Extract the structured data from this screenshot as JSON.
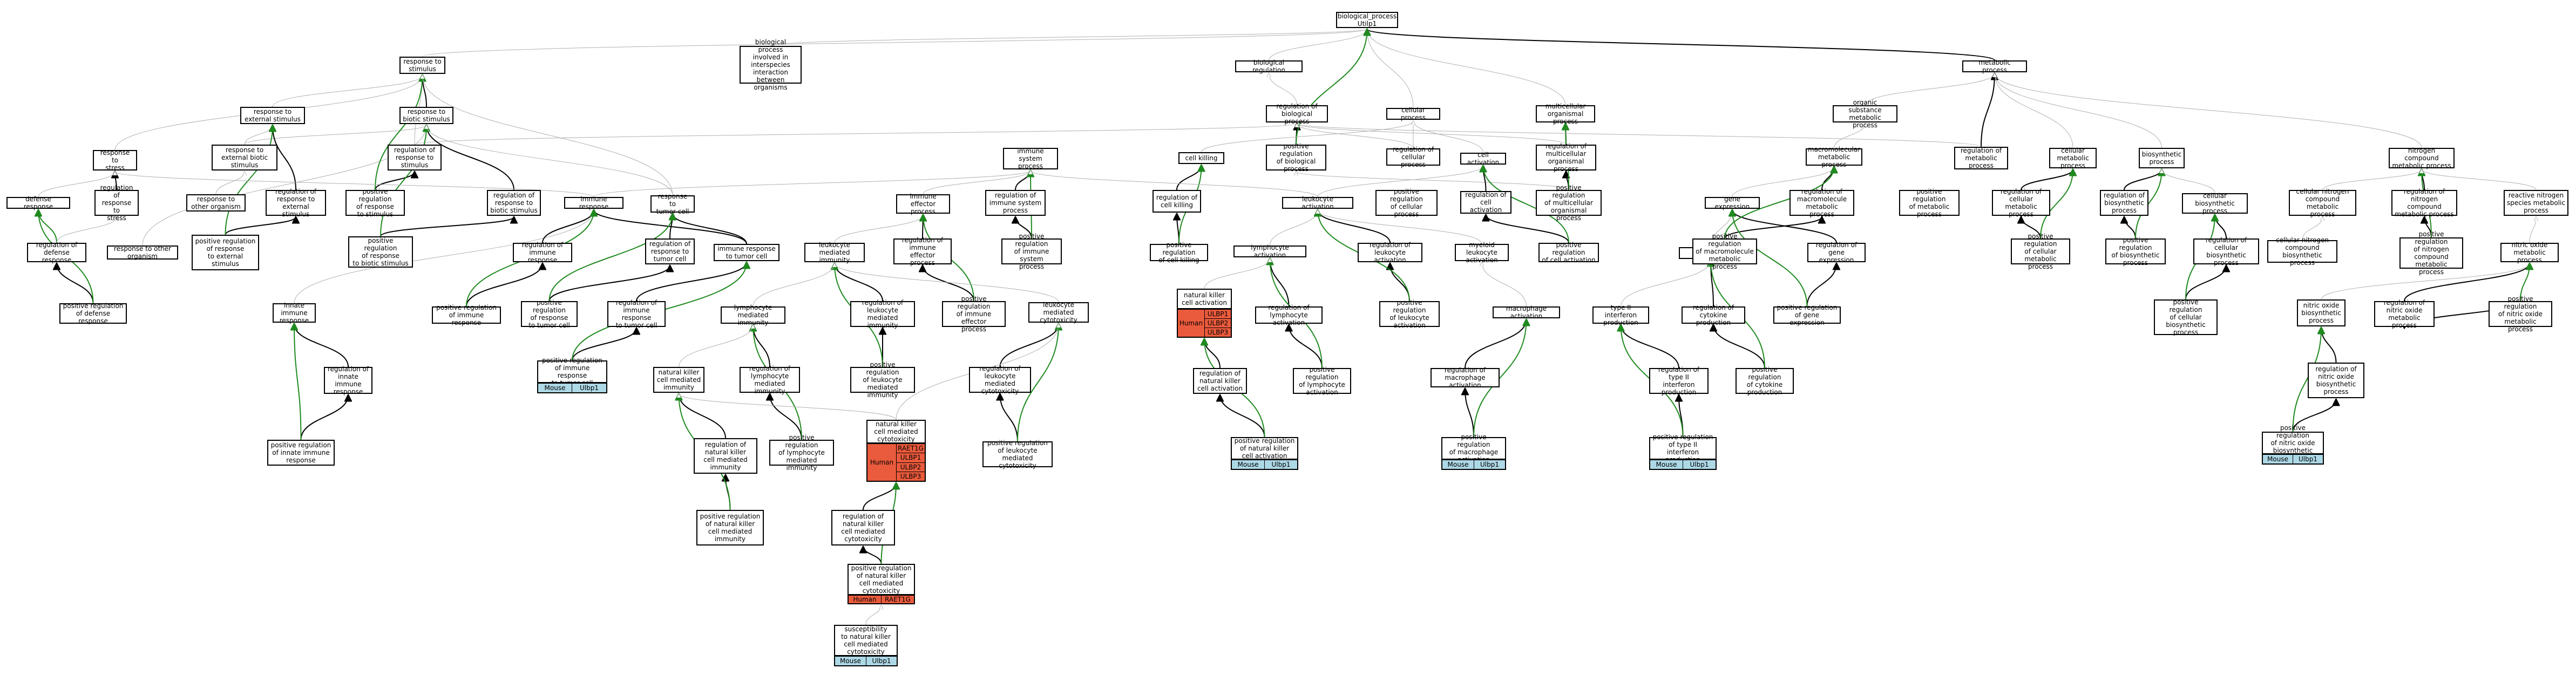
{
  "colors": {
    "human": "#ea5a3c",
    "mouse": "#add8e6",
    "edge": "#b0b0b0",
    "edge_green": "#1f8a1f",
    "edge_black": "#000000"
  },
  "nodes": [
    {
      "id": "bp",
      "label": "biological_process\nUtilp1"
    },
    {
      "id": "rs",
      "label": "response to\nstimulus"
    },
    {
      "id": "bpi",
      "label": "biological process\ninvolved in\ninterspecies\ninteraction\nbetween organisms"
    },
    {
      "id": "breg",
      "label": "biological regulation"
    },
    {
      "id": "mp",
      "label": "metabolic process"
    },
    {
      "id": "res",
      "label": "response to\nexternal stimulus"
    },
    {
      "id": "rbs",
      "label": "response to\nbiotic stimulus"
    },
    {
      "id": "rbp",
      "label": "regulation of\nbiological process"
    },
    {
      "id": "cp",
      "label": "cellular process"
    },
    {
      "id": "mop",
      "label": "multicellular\norganismal process"
    },
    {
      "id": "osmp",
      "label": "organic substance\nmetabolic process"
    },
    {
      "id": "rstress",
      "label": "response to\nstress"
    },
    {
      "id": "rebs",
      "label": "response to external biotic\nstimulus"
    },
    {
      "id": "rrs",
      "label": "regulation of\nresponse to\nstimulus"
    },
    {
      "id": "isp",
      "label": "immune system\nprocess"
    },
    {
      "id": "ck",
      "label": "cell killing"
    },
    {
      "id": "prbp",
      "label": "positive regulation\nof biological\nprocess"
    },
    {
      "id": "rcp",
      "label": "regulation of\ncellular process"
    },
    {
      "id": "ca",
      "label": "cell activation"
    },
    {
      "id": "rmop",
      "label": "regulation of\nmulticellular\norganismal process"
    },
    {
      "id": "mmp",
      "label": "macromolecular\nmetabolic process"
    },
    {
      "id": "rmp",
      "label": "regulation of\nmetabolic process"
    },
    {
      "id": "cmp",
      "label": "cellular metabolic\nprocess"
    },
    {
      "id": "biop",
      "label": "biosynthetic\nprocess"
    },
    {
      "id": "ncmp",
      "label": "nitrogen compound\nmetabolic process"
    },
    {
      "id": "dr",
      "label": "defense response"
    },
    {
      "id": "rstress2",
      "label": "regulation of\nresponse to\nstress"
    },
    {
      "id": "roo",
      "label": "response to\nother organism"
    },
    {
      "id": "rres",
      "label": "regulation of\nresponse to\nexternal stimulus"
    },
    {
      "id": "prrs",
      "label": "positive regulation\nof response\nto stimulus"
    },
    {
      "id": "rrbs",
      "label": "regulation of\nresponse to\nbiotic stimulus"
    },
    {
      "id": "ir",
      "label": "immune response"
    },
    {
      "id": "rtc",
      "label": "response to\ntumor cell"
    },
    {
      "id": "iep",
      "label": "immune effector\nprocess"
    },
    {
      "id": "risp",
      "label": "regulation of\nimmune system\nprocess"
    },
    {
      "id": "rck",
      "label": "regulation of\ncell killing"
    },
    {
      "id": "la",
      "label": "leukocyte activation"
    },
    {
      "id": "prcp",
      "label": "positive regulation\nof cellular\nprocess"
    },
    {
      "id": "rca",
      "label": "regulation of\ncell activation"
    },
    {
      "id": "prmop",
      "label": "positive regulation\nof multicellular\norganismal process"
    },
    {
      "id": "ge",
      "label": "gene expression"
    },
    {
      "id": "rmmp",
      "label": "regulation of\nmacromolecule\nmetabolic process"
    },
    {
      "id": "prmp",
      "label": "positive regulation\nof metabolic\nprocess"
    },
    {
      "id": "rcmp",
      "label": "regulation of\ncellular metabolic\nprocess"
    },
    {
      "id": "rbiop",
      "label": "regulation of\nbiosynthetic\nprocess"
    },
    {
      "id": "cbiop",
      "label": "cellular biosynthetic\nprocess"
    },
    {
      "id": "cncmp",
      "label": "cellular nitrogen\ncompound metabolic\nprocess"
    },
    {
      "id": "rncmp",
      "label": "regulation of\nnitrogen compound\nmetabolic process"
    },
    {
      "id": "rnsmp",
      "label": "reactive nitrogen\nspecies metabolic\nprocess"
    },
    {
      "id": "rdr",
      "label": "regulation of\ndefense response"
    },
    {
      "id": "rtoo",
      "label": "response to other organism"
    },
    {
      "id": "prres",
      "label": "positive regulation\nof response\nto external\nstimulus"
    },
    {
      "id": "prrbs",
      "label": "positive regulation\nof response\nto biotic stimulus"
    },
    {
      "id": "rir",
      "label": "regulation of\nimmune response"
    },
    {
      "id": "rrtc",
      "label": "regulation of\nresponse to\ntumor cell"
    },
    {
      "id": "irtc",
      "label": "immune response\nto tumor cell"
    },
    {
      "id": "lmi",
      "label": "leukocyte mediated\nimmunity"
    },
    {
      "id": "riep",
      "label": "regulation of\nimmune effector\nprocess"
    },
    {
      "id": "prisp",
      "label": "positive regulation\nof immune system\nprocess"
    },
    {
      "id": "prck",
      "label": "positive regulation\nof cell killing"
    },
    {
      "id": "lyma",
      "label": "lymphocyte activation"
    },
    {
      "id": "rla",
      "label": "regulation of\nleukocyte activation"
    },
    {
      "id": "mla",
      "label": "myeloid leukocyte\nactivation"
    },
    {
      "id": "prca",
      "label": "positive regulation\nof cell activation"
    },
    {
      "id": "cytp",
      "label": "cytokine production"
    },
    {
      "id": "rge",
      "label": "regulation of\ngene expression"
    },
    {
      "id": "prmmp",
      "label": "positive regulation\nof macromolecule\nmetabolic process"
    },
    {
      "id": "prcmp",
      "label": "positive regulation\nof cellular\nmetabolic process"
    },
    {
      "id": "prbiop",
      "label": "positive regulation\nof biosynthetic\nprocess"
    },
    {
      "id": "rcbiop",
      "label": "regulation of\ncellular biosynthetic\nprocess"
    },
    {
      "id": "cncbp",
      "label": "cellular nitrogen\ncompound biosynthetic\nprocess"
    },
    {
      "id": "prncmp",
      "label": "positive regulation\nof nitrogen\ncompound metabolic\nprocess"
    },
    {
      "id": "nomp",
      "label": "nitric oxide\nmetabolic process"
    },
    {
      "id": "prdr",
      "label": "positive regulation\nof defense response"
    },
    {
      "id": "iir",
      "label": "innate immune\nresponse"
    },
    {
      "id": "prir",
      "label": "positive regulation\nof immune response"
    },
    {
      "id": "prrtc",
      "label": "positive regulation\nof response\nto tumor cell"
    },
    {
      "id": "rirtc",
      "label": "regulation of\nimmune response\nto tumor cell"
    },
    {
      "id": "lymi",
      "label": "lymphocyte mediated\nimmunity"
    },
    {
      "id": "rlmi",
      "label": "regulation of\nleukocyte mediated\nimmunity"
    },
    {
      "id": "priep",
      "label": "positive regulation\nof immune effector\nprocess"
    },
    {
      "id": "lmc",
      "label": "leukocyte mediated\ncytotoxicity"
    },
    {
      "id": "nkca",
      "label": "natural killer\ncell activation"
    },
    {
      "id": "rlyma",
      "label": "regulation of\nlymphocyte activation"
    },
    {
      "id": "prla",
      "label": "positive regulation\nof leukocyte\nactivation"
    },
    {
      "id": "ma",
      "label": "macrophage activation"
    },
    {
      "id": "tifnp",
      "label": "type II interferon\nproduction"
    },
    {
      "id": "rcytp",
      "label": "regulation of\ncytokine production"
    },
    {
      "id": "prge",
      "label": "positive regulation\nof gene expression"
    },
    {
      "id": "prcbiop",
      "label": "positive regulation\nof cellular\nbiosynthetic\nprocess"
    },
    {
      "id": "nobp",
      "label": "nitric oxide\nbiosynthetic\nprocess"
    },
    {
      "id": "rnomp",
      "label": "regulation of\nnitric oxide\nmetabolic process"
    },
    {
      "id": "priirtc",
      "label": "positive regulation\nof immune response\nto tumor cell"
    },
    {
      "id": "riir",
      "label": "regulation of\ninnate immune\nresponse"
    },
    {
      "id": "nkcmi",
      "label": "natural killer\ncell mediated\nimmunity"
    },
    {
      "id": "rlymi",
      "label": "regulation of\nlymphocyte mediated\nimmunity"
    },
    {
      "id": "prlmi",
      "label": "positive regulation\nof leukocyte\nmediated immunity"
    },
    {
      "id": "rlmc",
      "label": "regulation of\nleukocyte mediated\ncytotoxicity"
    },
    {
      "id": "rnkca",
      "label": "regulation of\nnatural killer\ncell activation"
    },
    {
      "id": "prlyma",
      "label": "positive regulation\nof lymphocyte\nactivation"
    },
    {
      "id": "rma",
      "label": "regulation of\nmacrophage activation"
    },
    {
      "id": "rtifnp",
      "label": "regulation of\ntype II interferon\nproduction"
    },
    {
      "id": "prcytp",
      "label": "positive regulation\nof cytokine\nproduction"
    },
    {
      "id": "prnomp",
      "label": "positive regulation\nof nitric oxide\nmetabolic process"
    },
    {
      "id": "rnobp",
      "label": "regulation of\nnitric oxide\nbiosynthetic\nprocess"
    },
    {
      "id": "nkcmc",
      "label": "natural killer\ncell mediated\ncytotoxicity"
    },
    {
      "id": "priir",
      "label": "positive regulation\nof innate immune\nresponse"
    },
    {
      "id": "rnkcmi",
      "label": "regulation of\nnatural killer\ncell mediated\nimmunity"
    },
    {
      "id": "prlymi",
      "label": "positive regulation\nof lymphocyte\nmediated immunity"
    },
    {
      "id": "prlmc",
      "label": "positive regulation\nof leukocyte\nmediated cytotoxicity"
    },
    {
      "id": "prnkca",
      "label": "positive regulation\nof natural killer\ncell activation"
    },
    {
      "id": "prma",
      "label": "positive regulation\nof macrophage\nactivation"
    },
    {
      "id": "prtifnp",
      "label": "positive regulation\nof type II interferon\nproduction"
    },
    {
      "id": "prnobp",
      "label": "positive regulation\nof nitric oxide\nbiosynthetic\nprocess"
    },
    {
      "id": "prnkcmi",
      "label": "positive regulation\nof natural killer\ncell mediated\nimmunity"
    },
    {
      "id": "rnkcmc",
      "label": "regulation of\nnatural killer\ncell mediated\ncytotoxicity"
    },
    {
      "id": "prnkcmc",
      "label": "positive regulation\nof natural killer\ncell mediated\ncytotoxicity"
    },
    {
      "id": "snkcmc",
      "label": "susceptibility\nto natural killer\ncell mediated\ncytotoxicity"
    }
  ],
  "annotations": [
    {
      "node": "priirtc",
      "species": "Mouse",
      "genes": [
        "Ulbp1"
      ]
    },
    {
      "node": "nkcmc",
      "species": "Human",
      "genes": [
        "RAET1G",
        "ULBP1",
        "ULBP2",
        "ULBP3"
      ]
    },
    {
      "node": "nkca",
      "species": "Human",
      "genes": [
        "ULBP1",
        "ULBP2",
        "ULBP3"
      ]
    },
    {
      "node": "prnkca",
      "species": "Mouse",
      "genes": [
        "Ulbp1"
      ]
    },
    {
      "node": "prma",
      "species": "Mouse",
      "genes": [
        "Ulbp1"
      ]
    },
    {
      "node": "prtifnp",
      "species": "Mouse",
      "genes": [
        "Ulbp1"
      ]
    },
    {
      "node": "prnobp",
      "species": "Mouse",
      "genes": [
        "Ulbp1"
      ]
    },
    {
      "node": "prnkcmc",
      "species": "Human",
      "genes": [
        "RAET1G"
      ]
    },
    {
      "node": "snkcmc",
      "species": "Mouse",
      "genes": [
        "Ulbp1"
      ]
    }
  ],
  "edges": [
    [
      "rs",
      "bp",
      "g"
    ],
    [
      "bpi",
      "bp",
      "g"
    ],
    [
      "breg",
      "bp",
      "g"
    ],
    [
      "mp",
      "bp",
      "k"
    ],
    [
      "cp",
      "bp",
      "g"
    ],
    [
      "mop",
      "bp",
      "g"
    ],
    [
      "res",
      "rs",
      "g"
    ],
    [
      "rbs",
      "rs",
      "k"
    ],
    [
      "rstress",
      "rs",
      "g"
    ],
    [
      "rrs",
      "rs",
      "g"
    ],
    [
      "rebs",
      "rbs",
      "g"
    ],
    [
      "rebs",
      "res",
      "g"
    ],
    [
      "rbp",
      "breg",
      "g"
    ],
    [
      "prbp",
      "rbp",
      "k"
    ],
    [
      "prbp",
      "bp",
      "gr"
    ],
    [
      "rcp",
      "rbp",
      "g"
    ],
    [
      "rcp",
      "cp",
      "g"
    ],
    [
      "rmop",
      "mop",
      "k"
    ],
    [
      "rmop",
      "rbp",
      "g"
    ],
    [
      "prmop",
      "rmop",
      "k"
    ],
    [
      "prmop",
      "mop",
      "gr"
    ],
    [
      "prmop",
      "prbp",
      "g"
    ],
    [
      "osmp",
      "mp",
      "g"
    ],
    [
      "mmp",
      "osmp",
      "g"
    ],
    [
      "rmp",
      "mp",
      "k"
    ],
    [
      "rmp",
      "rbp",
      "g"
    ],
    [
      "cmp",
      "mp",
      "g"
    ],
    [
      "biop",
      "mp",
      "g"
    ],
    [
      "ncmp",
      "mp",
      "g"
    ],
    [
      "rstress2",
      "rstress",
      "k"
    ],
    [
      "rrs",
      "rbp",
      "g"
    ],
    [
      "dr",
      "rstress",
      "g"
    ],
    [
      "rdr",
      "dr",
      "gr"
    ],
    [
      "rdr",
      "rstress2",
      "g"
    ],
    [
      "roo",
      "rebs",
      "g"
    ],
    [
      "rtoo",
      "rbs",
      "g"
    ],
    [
      "rres",
      "res",
      "k"
    ],
    [
      "prres",
      "rres",
      "k"
    ],
    [
      "prres",
      "res",
      "gr"
    ],
    [
      "prrs",
      "rrs",
      "k"
    ],
    [
      "prrs",
      "rs",
      "gr"
    ],
    [
      "rrbs",
      "rbs",
      "k"
    ],
    [
      "prrbs",
      "rrbs",
      "k"
    ],
    [
      "prrbs",
      "rbs",
      "gr"
    ],
    [
      "ir",
      "isp",
      "g"
    ],
    [
      "ir",
      "rstress",
      "g"
    ],
    [
      "rtc",
      "rbs",
      "g"
    ],
    [
      "rtc",
      "rs",
      "g"
    ],
    [
      "irtc",
      "ir",
      "k"
    ],
    [
      "irtc",
      "rtc",
      "k"
    ],
    [
      "iep",
      "isp",
      "g"
    ],
    [
      "risp",
      "isp",
      "k"
    ],
    [
      "prisp",
      "risp",
      "k"
    ],
    [
      "prisp",
      "isp",
      "gr"
    ],
    [
      "ck",
      "cp",
      "g"
    ],
    [
      "rck",
      "ck",
      "k"
    ],
    [
      "prck",
      "rck",
      "k"
    ],
    [
      "prck",
      "ck",
      "gr"
    ],
    [
      "la",
      "ca",
      "g"
    ],
    [
      "ca",
      "cp",
      "g"
    ],
    [
      "rca",
      "ca",
      "k"
    ],
    [
      "prca",
      "rca",
      "k"
    ],
    [
      "prca",
      "ca",
      "gr"
    ],
    [
      "la",
      "isp",
      "g"
    ],
    [
      "ge",
      "mmp",
      "g"
    ],
    [
      "rge",
      "ge",
      "k"
    ],
    [
      "rmmp",
      "mmp",
      "k"
    ],
    [
      "prmmp",
      "rmmp",
      "k"
    ],
    [
      "prmmp",
      "mmp",
      "gr"
    ],
    [
      "rcmp",
      "cmp",
      "k"
    ],
    [
      "prcmp",
      "rcmp",
      "k"
    ],
    [
      "prcmp",
      "cmp",
      "gr"
    ],
    [
      "rbiop",
      "biop",
      "k"
    ],
    [
      "prbiop",
      "rbiop",
      "k"
    ],
    [
      "prbiop",
      "biop",
      "gr"
    ],
    [
      "cbiop",
      "biop",
      "g"
    ],
    [
      "rcbiop",
      "cbiop",
      "k"
    ],
    [
      "prcbiop",
      "rcbiop",
      "k"
    ],
    [
      "prcbiop",
      "cbiop",
      "gr"
    ],
    [
      "cncmp",
      "ncmp",
      "g"
    ],
    [
      "rncmp",
      "ncmp",
      "k"
    ],
    [
      "prncmp",
      "rncmp",
      "k"
    ],
    [
      "prncmp",
      "ncmp",
      "gr"
    ],
    [
      "rnsmp",
      "ncmp",
      "g"
    ],
    [
      "nomp",
      "rnsmp",
      "g"
    ],
    [
      "prdr",
      "rdr",
      "k"
    ],
    [
      "prdr",
      "dr",
      "gr"
    ],
    [
      "iir",
      "ir",
      "g"
    ],
    [
      "riir",
      "iir",
      "k"
    ],
    [
      "priir",
      "riir",
      "k"
    ],
    [
      "priir",
      "iir",
      "gr"
    ],
    [
      "rir",
      "ir",
      "k"
    ],
    [
      "prir",
      "rir",
      "k"
    ],
    [
      "prir",
      "ir",
      "gr"
    ],
    [
      "rrtc",
      "rtc",
      "k"
    ],
    [
      "prrtc",
      "rrtc",
      "k"
    ],
    [
      "prrtc",
      "rtc",
      "gr"
    ],
    [
      "rirtc",
      "irtc",
      "k"
    ],
    [
      "priirtc",
      "rirtc",
      "k"
    ],
    [
      "priirtc",
      "irtc",
      "gr"
    ],
    [
      "lmi",
      "iep",
      "g"
    ],
    [
      "rlmi",
      "lmi",
      "k"
    ],
    [
      "prlmi",
      "rlmi",
      "k"
    ],
    [
      "prlmi",
      "lmi",
      "gr"
    ],
    [
      "riep",
      "iep",
      "k"
    ],
    [
      "priep",
      "riep",
      "k"
    ],
    [
      "priep",
      "iep",
      "gr"
    ],
    [
      "lymi",
      "lmi",
      "g"
    ],
    [
      "rlymi",
      "lymi",
      "k"
    ],
    [
      "prlymi",
      "rlymi",
      "k"
    ],
    [
      "prlymi",
      "lymi",
      "gr"
    ],
    [
      "lmc",
      "lmi",
      "g"
    ],
    [
      "rlmc",
      "lmc",
      "k"
    ],
    [
      "prlmc",
      "rlmc",
      "k"
    ],
    [
      "prlmc",
      "lmc",
      "gr"
    ],
    [
      "nkcmi",
      "lymi",
      "g"
    ],
    [
      "rnkcmi",
      "nkcmi",
      "k"
    ],
    [
      "prnkcmi",
      "rnkcmi",
      "k"
    ],
    [
      "prnkcmi",
      "nkcmi",
      "gr"
    ],
    [
      "nkcmc",
      "lmc",
      "g"
    ],
    [
      "nkcmc",
      "nkcmi",
      "g"
    ],
    [
      "rnkcmc",
      "nkcmc",
      "k"
    ],
    [
      "prnkcmc",
      "rnkcmc",
      "k"
    ],
    [
      "prnkcmc",
      "nkcmc",
      "gr"
    ],
    [
      "snkcmc",
      "prnkcmc",
      "g"
    ],
    [
      "lyma",
      "la",
      "g"
    ],
    [
      "rlyma",
      "lyma",
      "k"
    ],
    [
      "prlyma",
      "rlyma",
      "k"
    ],
    [
      "prlyma",
      "lyma",
      "gr"
    ],
    [
      "rla",
      "la",
      "k"
    ],
    [
      "prla",
      "rla",
      "k"
    ],
    [
      "prla",
      "la",
      "gr"
    ],
    [
      "nkca",
      "lyma",
      "g"
    ],
    [
      "rnkca",
      "nkca",
      "k"
    ],
    [
      "prnkca",
      "rnkca",
      "k"
    ],
    [
      "prnkca",
      "nkca",
      "gr"
    ],
    [
      "mla",
      "la",
      "g"
    ],
    [
      "ma",
      "mla",
      "g"
    ],
    [
      "rma",
      "ma",
      "k"
    ],
    [
      "prma",
      "rma",
      "k"
    ],
    [
      "prma",
      "ma",
      "gr"
    ],
    [
      "cytp",
      "ge",
      "g"
    ],
    [
      "rcytp",
      "cytp",
      "k"
    ],
    [
      "prcytp",
      "rcytp",
      "k"
    ],
    [
      "prcytp",
      "cytp",
      "gr"
    ],
    [
      "prge",
      "rge",
      "k"
    ],
    [
      "prge",
      "ge",
      "gr"
    ],
    [
      "tifnp",
      "cytp",
      "g"
    ],
    [
      "rtifnp",
      "tifnp",
      "k"
    ],
    [
      "prtifnp",
      "rtifnp",
      "k"
    ],
    [
      "prtifnp",
      "tifnp",
      "gr"
    ],
    [
      "cncbp",
      "cncmp",
      "g"
    ],
    [
      "nobp",
      "nomp",
      "g"
    ],
    [
      "rnomp",
      "nomp",
      "k"
    ],
    [
      "prnomp",
      "rnomp",
      "k"
    ],
    [
      "prnomp",
      "nomp",
      "gr"
    ],
    [
      "rnobp",
      "nobp",
      "k"
    ],
    [
      "prnobp",
      "rnobp",
      "k"
    ],
    [
      "prnobp",
      "nobp",
      "gr"
    ]
  ]
}
